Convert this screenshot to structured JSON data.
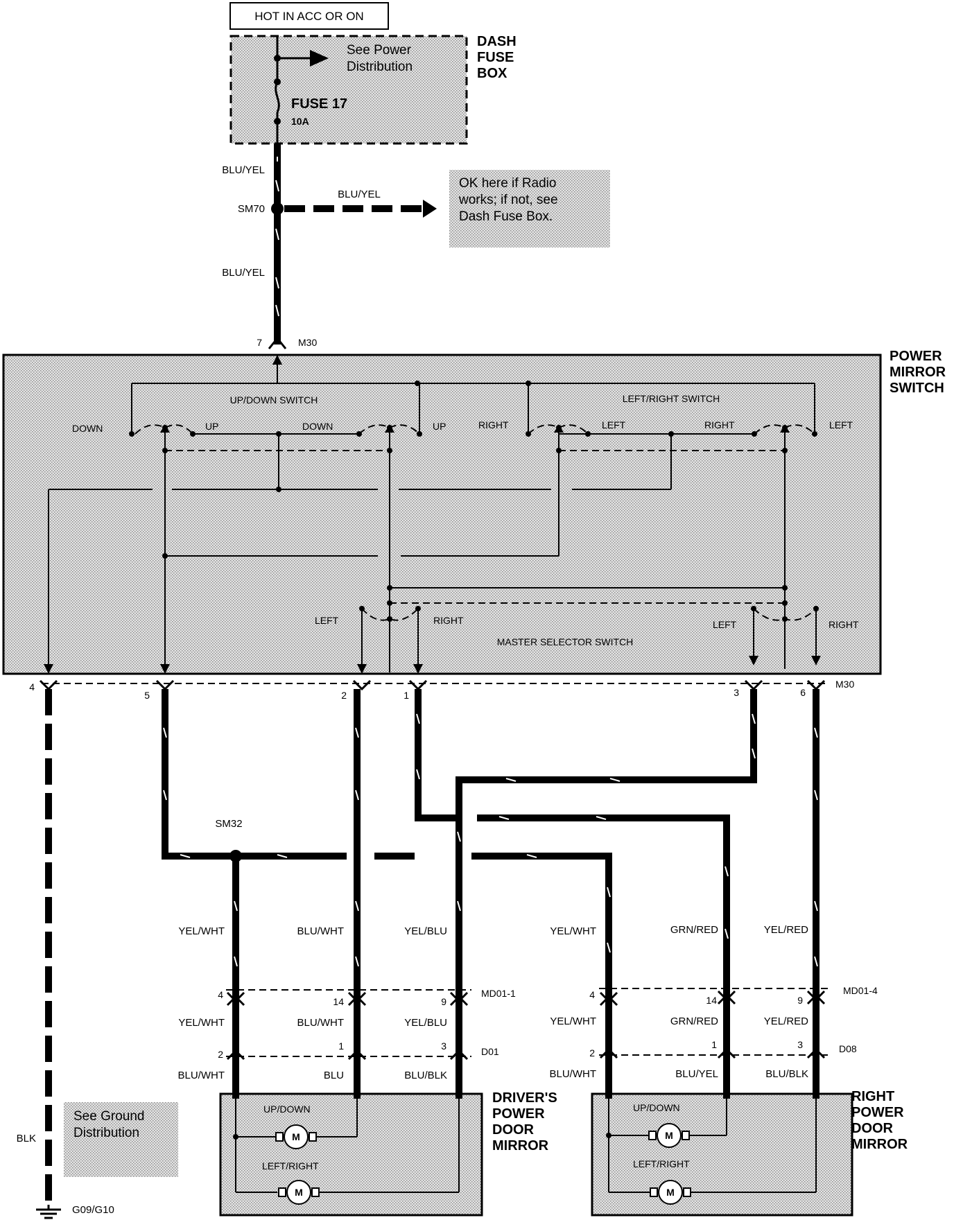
{
  "source": {
    "label": "HOT IN ACC OR ON"
  },
  "dash_fuse_box": {
    "title_line1": "DASH",
    "title_line2": "FUSE",
    "title_line3": "BOX",
    "note_line1": "See Power",
    "note_line2": "Distribution",
    "fuse_name": "FUSE 17",
    "fuse_rating": "10A"
  },
  "supply_wires": {
    "upper": "BLU/YEL",
    "lower": "BLU/YEL",
    "branch": "BLU/YEL"
  },
  "splices": {
    "supply": "SM70",
    "ground_side": "SM32"
  },
  "radio_note": {
    "line1": "OK here if Radio",
    "line2": "works; if not, see",
    "line3": "Dash Fuse Box."
  },
  "switch_connector": {
    "name": "M30",
    "input_pin": "7",
    "output_name": "M30",
    "pins": [
      "4",
      "5",
      "2",
      "1",
      "3",
      "6"
    ]
  },
  "power_mirror_switch": {
    "title_line1": "POWER",
    "title_line2": "MIRROR",
    "title_line3": "SWITCH",
    "updown_label": "UP/DOWN SWITCH",
    "leftright_label": "LEFT/RIGHT SWITCH",
    "master_label": "MASTER SELECTOR SWITCH",
    "down_1": "DOWN",
    "up_1": "UP",
    "down_2": "DOWN",
    "up_2": "UP",
    "right_1": "RIGHT",
    "left_1": "LEFT",
    "right_2": "RIGHT",
    "left_2": "LEFT",
    "master_left_1": "LEFT",
    "master_right_1": "RIGHT",
    "master_left_2": "LEFT",
    "master_right_2": "RIGHT"
  },
  "ground": {
    "wire": "BLK",
    "location": "G09/G10",
    "note_line1": "See Ground",
    "note_line2": "Distribution"
  },
  "driver_side": {
    "wires_upper": [
      "YEL/WHT",
      "BLU/WHT",
      "YEL/BLU"
    ],
    "connector_1": "MD01-1",
    "connector_1_pins": [
      "4",
      "14",
      "9"
    ],
    "wires_mid": [
      "YEL/WHT",
      "BLU/WHT",
      "YEL/BLU"
    ],
    "connector_2": "D01",
    "connector_2_pins": [
      "2",
      "1",
      "3"
    ],
    "wires_lower": [
      "BLU/WHT",
      "BLU",
      "BLU/BLK"
    ],
    "mirror_title_line1": "DRIVER'S",
    "mirror_title_line2": "POWER",
    "mirror_title_line3": "DOOR",
    "mirror_title_line4": "MIRROR",
    "updown_label": "UP/DOWN",
    "leftright_label": "LEFT/RIGHT",
    "motor_symbol": "M"
  },
  "passenger_side": {
    "wires_upper": [
      "YEL/WHT",
      "GRN/RED",
      "YEL/RED"
    ],
    "connector_1": "MD01-4",
    "connector_1_pins": [
      "4",
      "14",
      "9"
    ],
    "wires_mid": [
      "YEL/WHT",
      "GRN/RED",
      "YEL/RED"
    ],
    "connector_2": "D08",
    "connector_2_pins": [
      "2",
      "1",
      "3"
    ],
    "wires_lower": [
      "BLU/WHT",
      "BLU/YEL",
      "BLU/BLK"
    ],
    "mirror_title_line1": "RIGHT",
    "mirror_title_line2": "POWER",
    "mirror_title_line3": "DOOR",
    "mirror_title_line4": "MIRROR",
    "updown_label": "UP/DOWN",
    "leftright_label": "LEFT/RIGHT",
    "motor_symbol": "M"
  },
  "colors": {
    "wire": "#000000",
    "shade": "#d6d6d6",
    "background": "#ffffff"
  }
}
